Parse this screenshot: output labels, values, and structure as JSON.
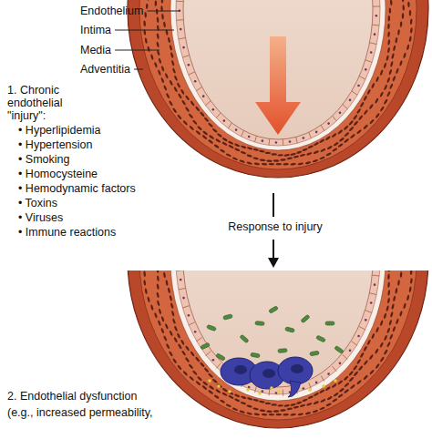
{
  "diagram": {
    "labels": [
      "Endothelium",
      "Intima",
      "Media",
      "Adventitia",
      "1. Chronic endothelial \"injury\":",
      "• Hyperlipidemia",
      "• Hypertension",
      "• Smoking",
      "• Homocysteine",
      "• Hemodynamic factors",
      "• Toxins",
      "• Viruses",
      "• Immune reactions",
      "Response to injury",
      "2. Endothelial dysfunction",
      "(e.g., increased permeability,"
    ]
  }
}
